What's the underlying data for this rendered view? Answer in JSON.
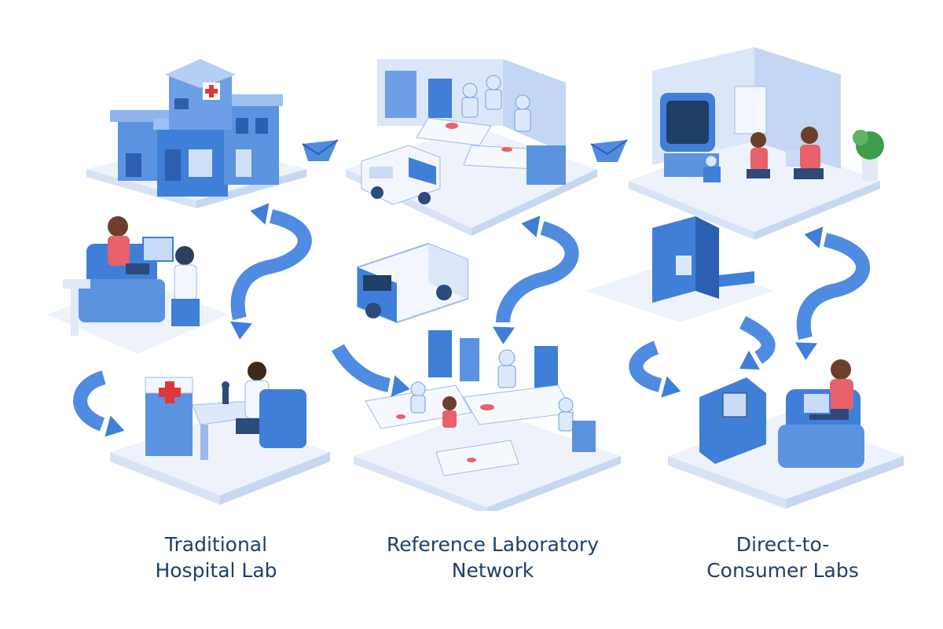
{
  "captions": [
    {
      "line1": "Traditional",
      "line2": "Hospital Lab"
    },
    {
      "line1": "Reference Laboratory",
      "line2": "Network"
    },
    {
      "line1": "Direct-to-",
      "line2": "Consumer Labs"
    }
  ],
  "colors": {
    "primary_blue": "#3f7fd8",
    "mid_blue": "#6e9fe6",
    "light_blue": "#c9dbf6",
    "pale_platform": "#eef3fb",
    "person_shirt": "#e8616b",
    "red_cross": "#e0373a",
    "plant_green": "#3f9e4a",
    "caption_text": "#1f3f66"
  },
  "icons": [
    "hospital-building-icon",
    "automated-lab-robots-icon",
    "home-testing-room-icon",
    "patient-consultation-icon",
    "delivery-van-icon",
    "sample-kiosk-icon",
    "lab-technician-microscope-icon",
    "robotic-lab-network-icon",
    "person-with-tablet-icon",
    "curved-flow-arrow-icon",
    "envelope-icon"
  ]
}
